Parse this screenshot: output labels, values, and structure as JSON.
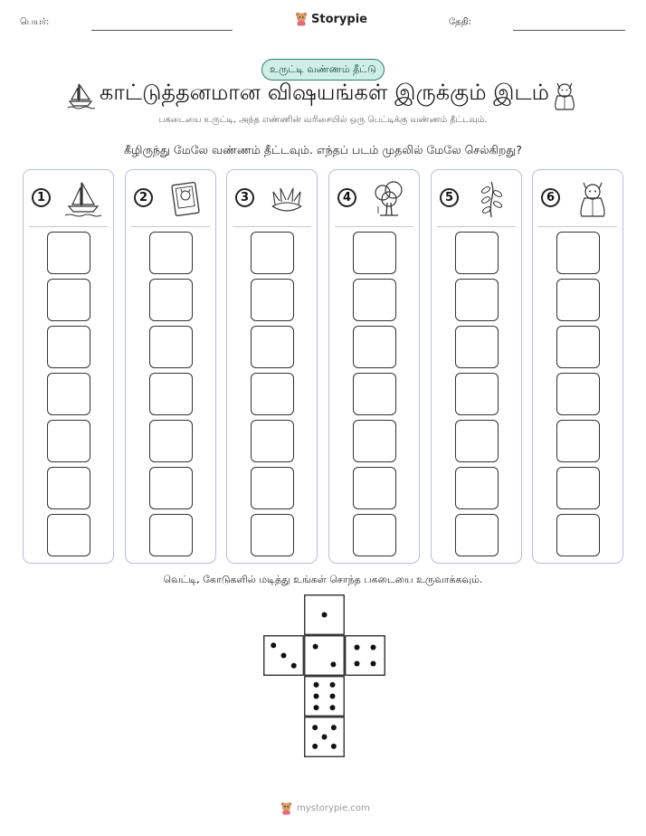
{
  "header": {
    "name_label": "பெயர்:",
    "date_label": "தேதி:",
    "brand": "Storypie"
  },
  "tag": "உருட்டி வண்ணம் தீட்டு",
  "title": "காட்டுத்தனமான விஷயங்கள் இருக்கும் இடம்",
  "subtitle": "பகடையை உருட்டி, அந்த எண்ணின் வரிசையில் ஒரு பெட்டிக்கு வண்ணம் தீட்டவும்.",
  "question": "கீழிருந்து மேலே வண்ணம் தீட்டவும். எந்தப் படம் முதலில் மேலே செல்கிறது?",
  "columns": [
    {
      "number": "1",
      "icon": "sailboat-icon"
    },
    {
      "number": "2",
      "icon": "book-icon"
    },
    {
      "number": "3",
      "icon": "crown-icon"
    },
    {
      "number": "4",
      "icon": "tree-icon"
    },
    {
      "number": "5",
      "icon": "vine-icon"
    },
    {
      "number": "6",
      "icon": "wolf-costume-icon"
    }
  ],
  "boxes_per_column": 7,
  "cut_instruction": "வெட்டி, கோடுகளில் மடித்து உங்கள் சொந்த பகடையை உருவாக்கவும்.",
  "die_faces": [
    1,
    3,
    2,
    4,
    6,
    5
  ],
  "footer": "mystorypie.com",
  "colors": {
    "pill_bg": "#cfeee6",
    "pill_border": "#2e7d6b",
    "column_border": "#b9bdd9"
  }
}
